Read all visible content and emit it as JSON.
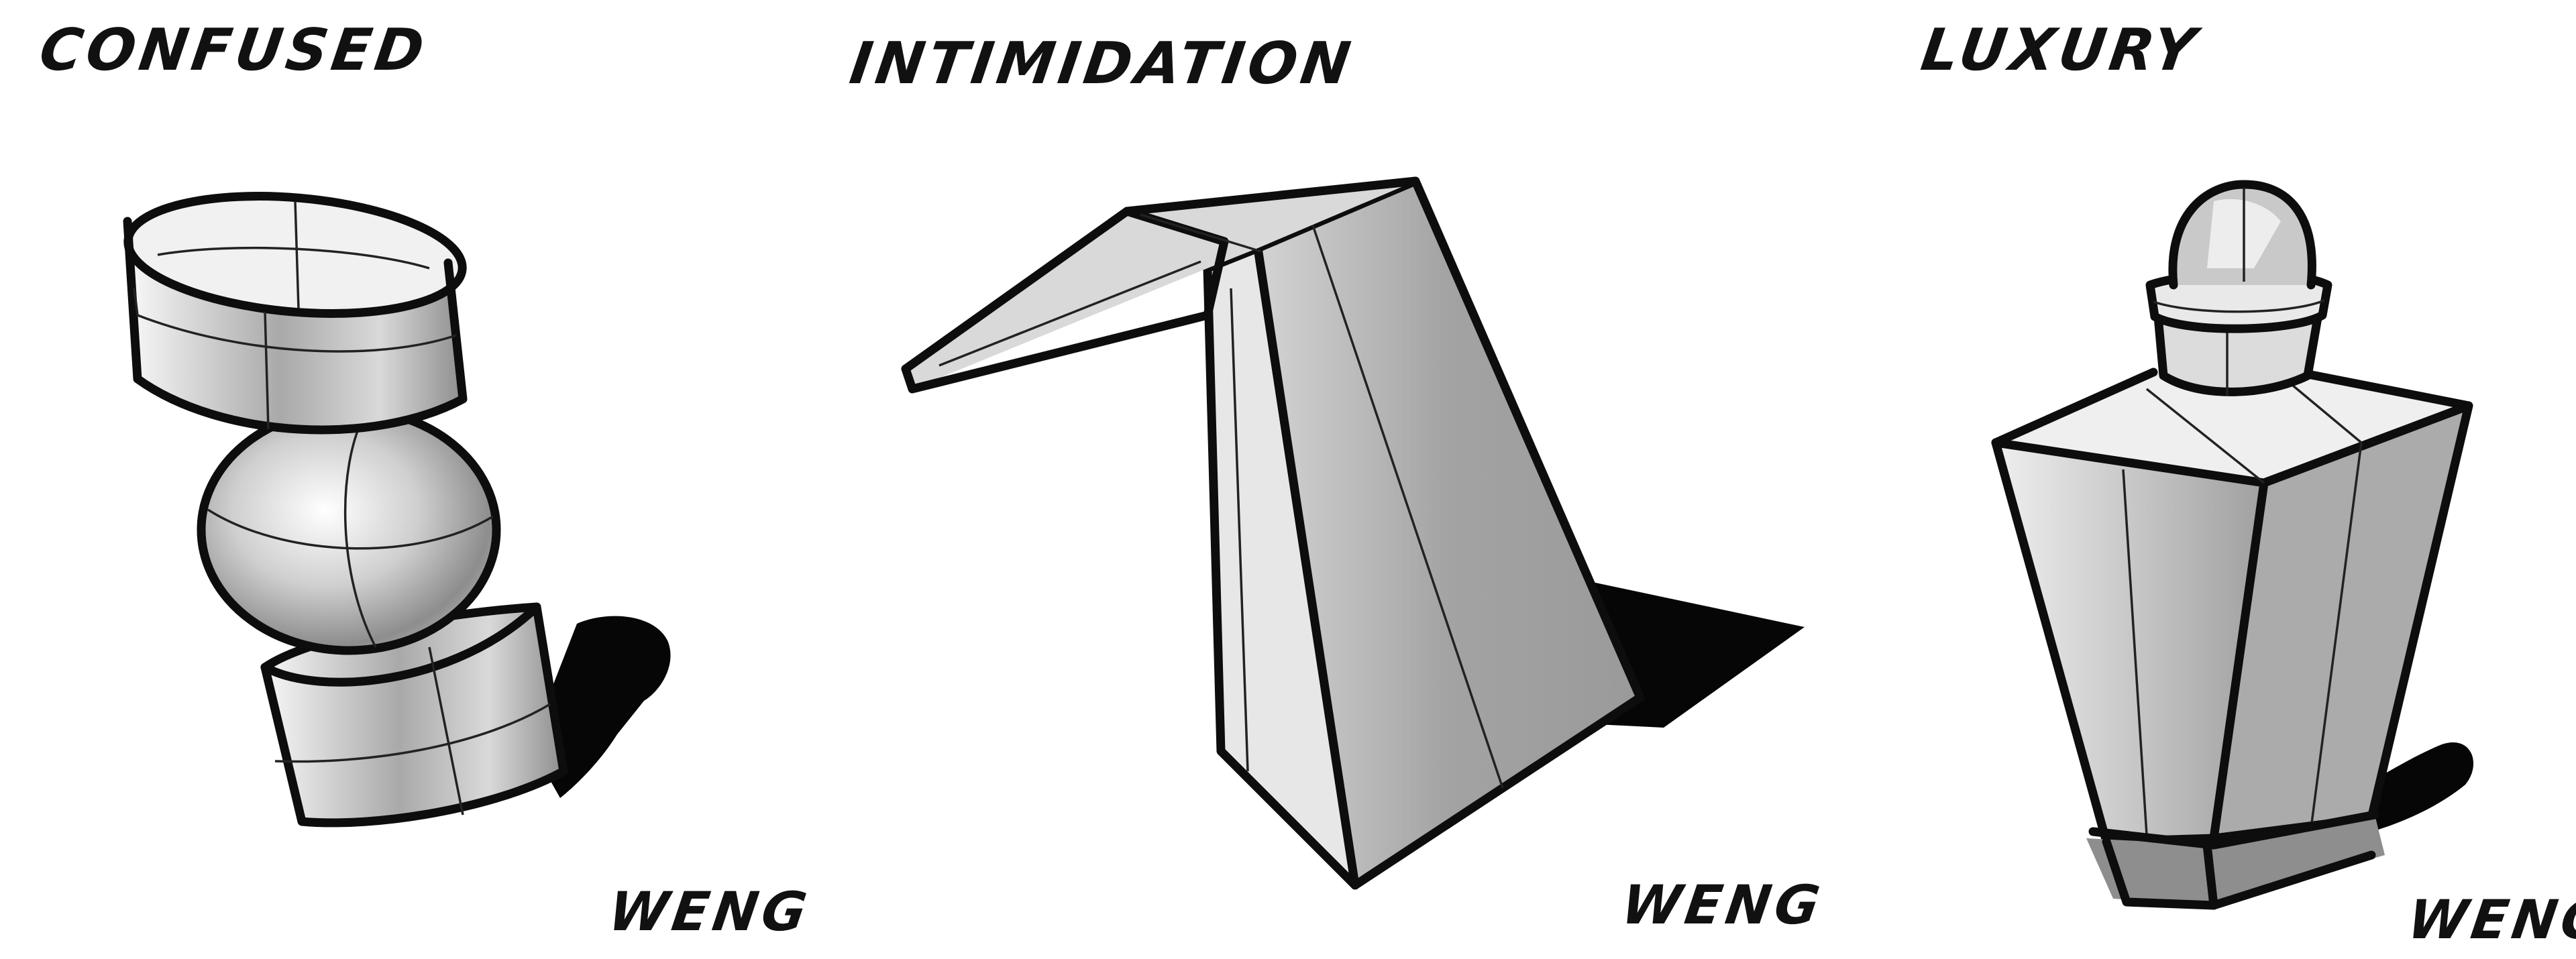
{
  "sketches": [
    {
      "title": "CONFUSED",
      "signature": "WENG",
      "subject": "stacked-blocks"
    },
    {
      "title": "INTIMIDATION",
      "signature": "WENG",
      "subject": "leaning-prism"
    },
    {
      "title": "LUXURY",
      "signature": "WENG",
      "subject": "perfume-bottle"
    }
  ],
  "colors": {
    "background": "#ffffff",
    "ink": "#0d0d0d",
    "marker_light": "#e6e6e6",
    "marker_mid": "#b4b4b4",
    "marker_dark": "#8a8a8a",
    "shadow": "#060606"
  }
}
